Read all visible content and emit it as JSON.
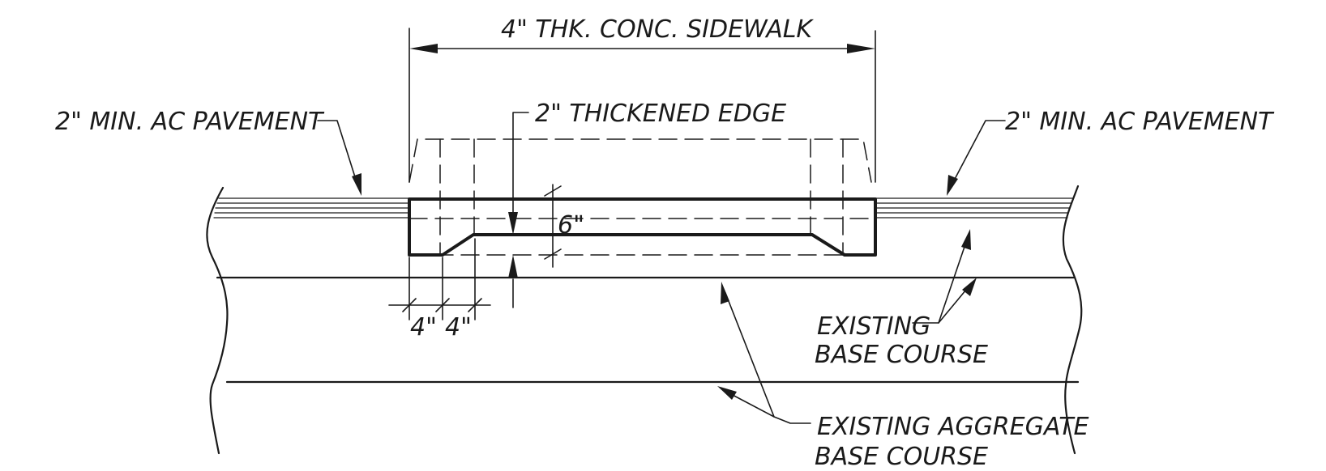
{
  "labels": {
    "sidewalk_width": "4\" THK. CONC. SIDEWALK",
    "thickened_edge": "2\" THICKENED EDGE",
    "ac_pavement_left": "2\" MIN. AC PAVEMENT",
    "ac_pavement_right": "2\" MIN. AC PAVEMENT",
    "slab_depth": "6\"",
    "edge_dim_1": "4\"",
    "edge_dim_2": "4\"",
    "base_course_line1": "EXISTING",
    "base_course_line2": "BASE COURSE",
    "aggregate_line1": "EXISTING AGGREGATE",
    "aggregate_line2": "BASE COURSE"
  },
  "colors": {
    "linework": "#1a1a1a",
    "background": "#ffffff"
  }
}
